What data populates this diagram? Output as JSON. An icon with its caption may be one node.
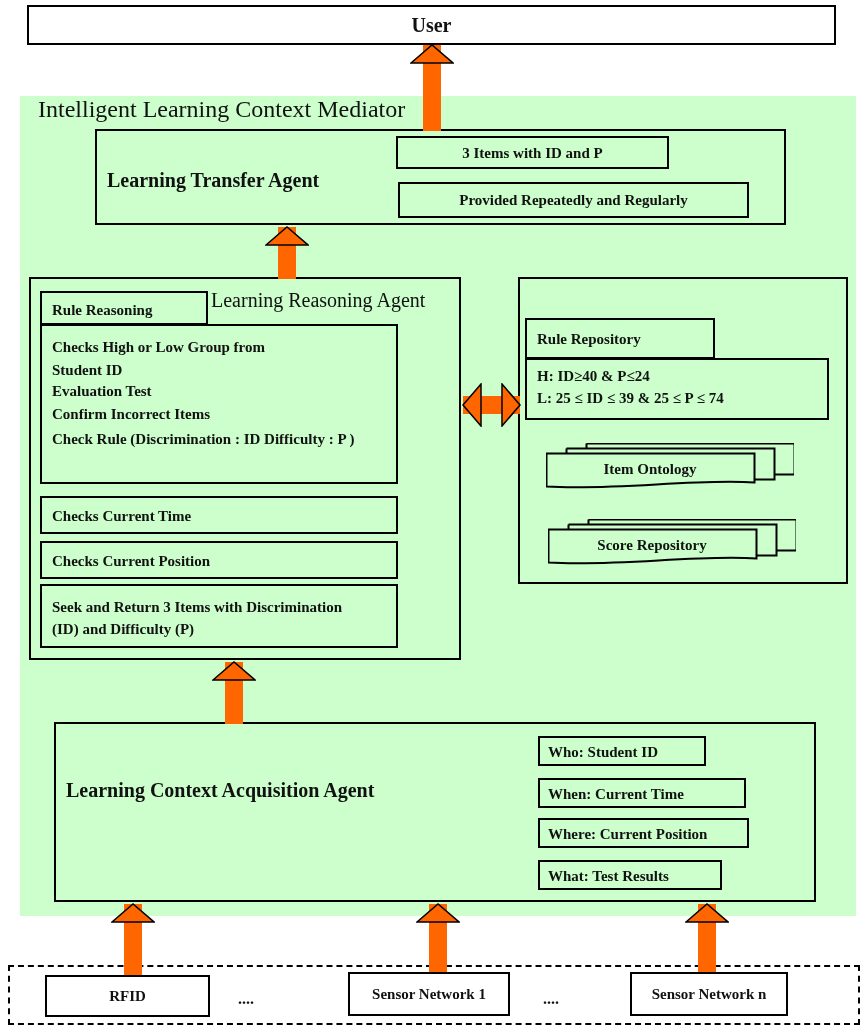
{
  "diagram": {
    "nodes": [
      {
        "text": [
          "User"
        ]
      },
      {
        "text": [
          "Intelligent Learning Context Mediator"
        ]
      },
      {
        "text": [
          "Learning Transfer Agent"
        ],
        "in": 1
      },
      {
        "text": [
          "3 Items with ID and P"
        ],
        "in": 2
      },
      {
        "text": [
          "Provided Repeatedly and Regularly"
        ],
        "in": 2
      },
      {
        "text": [
          "Learning Reasoning Agent"
        ],
        "in": 1
      },
      {
        "text": [
          "Rule Reasoning"
        ],
        "in": 5
      },
      {
        "text": [
          "Checks High or Low Group from Student ID",
          "Evaluation Test",
          "Confirm Incorrect Items",
          "Check Rule (Discrimination : ID Difficulty : P )"
        ],
        "in": 5
      },
      {
        "text": [
          "Checks Current Time"
        ],
        "in": 5
      },
      {
        "text": [
          "Checks Current Position"
        ],
        "in": 5
      },
      {
        "text": [
          "Seek and Return 3 Items with Discrimination (ID) and Difficulty (P)"
        ],
        "in": 5
      },
      {
        "text": [],
        "shape": "box",
        "in": 1
      },
      {
        "text": [
          "Rule Repository"
        ],
        "in": 11
      },
      {
        "text": [
          "H: ID≥40  & P≤24",
          "L: 25 ≤ ID ≤ 39  & 25 ≤ P ≤ 74"
        ],
        "in": 11
      },
      {
        "text": [
          "Item Ontology"
        ],
        "in": 11
      },
      {
        "text": [
          "Score Repository"
        ],
        "in": 11
      },
      {
        "text": [
          "Learning Context Acquisition Agent"
        ],
        "in": 1
      },
      {
        "text": [
          "Who: Student ID"
        ],
        "in": 16
      },
      {
        "text": [
          "When: Current Time"
        ],
        "in": 16
      },
      {
        "text": [
          "Where: Current Position"
        ],
        "in": 16
      },
      {
        "text": [
          "What: Test Results"
        ],
        "in": 16
      },
      {
        "text": [],
        "shape": "box"
      },
      {
        "text": [
          "RFID"
        ],
        "in": 21
      },
      {
        "text": [
          "Sensor Network 1"
        ],
        "in": 21
      },
      {
        "text": [
          "Sensor Network n"
        ],
        "in": 21
      }
    ],
    "edges": [
      {
        "from": 2,
        "to": 0,
        "arrow": "to"
      },
      {
        "from": 5,
        "to": 2,
        "arrow": "to"
      },
      {
        "from": 16,
        "to": 5,
        "arrow": "to"
      },
      {
        "from": 5,
        "to": 11,
        "arrow": "both"
      },
      {
        "from": 22,
        "to": 16,
        "arrow": "to"
      },
      {
        "from": 23,
        "to": 16,
        "arrow": "to"
      },
      {
        "from": 24,
        "to": 16,
        "arrow": "to"
      }
    ],
    "labels": [
      "....",
      "...."
    ]
  }
}
